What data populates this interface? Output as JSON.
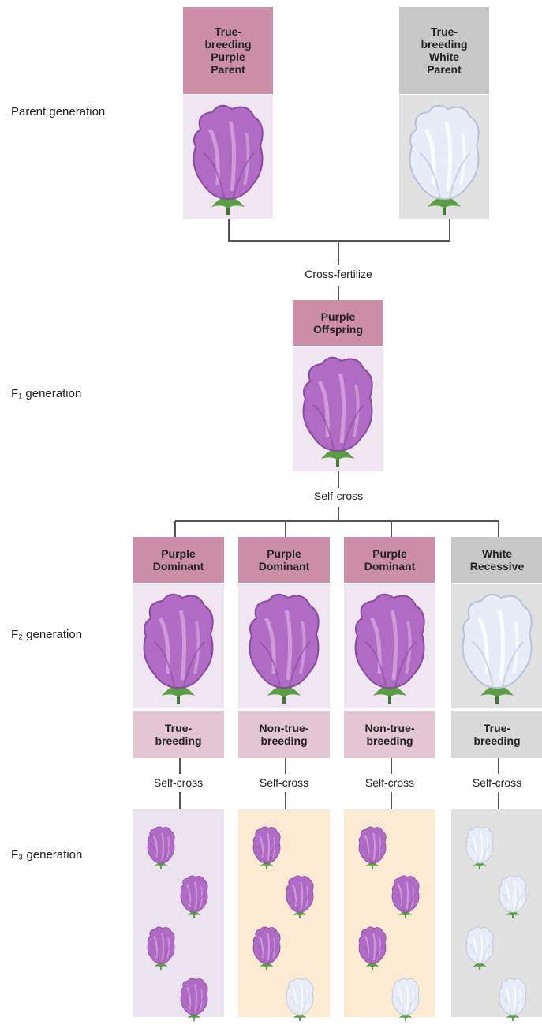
{
  "generations": {
    "parent": "Parent generation",
    "f1": "F₁ generation",
    "f2": "F₂ generation",
    "f3": "F₃ generation"
  },
  "parents": {
    "purple": "True-\nbreeding\nPurple\nParent",
    "white": "True-\nbreeding\nWhite\nParent"
  },
  "operations": {
    "cross_fertilize": "Cross-fertilize",
    "self_cross": "Self-cross"
  },
  "f1": {
    "label": "Purple\nOffspring"
  },
  "f2": [
    {
      "label": "Purple\nDominant",
      "breeding": "True-\nbreeding",
      "color": "purple"
    },
    {
      "label": "Purple\nDominant",
      "breeding": "Non-true-\nbreeding",
      "color": "purple"
    },
    {
      "label": "Purple\nDominant",
      "breeding": "Non-true-\nbreeding",
      "color": "purple"
    },
    {
      "label": "White\nRecessive",
      "breeding": "True-\nbreeding",
      "color": "white"
    }
  ],
  "f3": [
    {
      "flowers": [
        "purple",
        "purple",
        "purple",
        "purple"
      ]
    },
    {
      "flowers": [
        "purple",
        "purple",
        "purple",
        "white"
      ]
    },
    {
      "flowers": [
        "purple",
        "purple",
        "purple",
        "white"
      ]
    },
    {
      "flowers": [
        "white",
        "white",
        "white",
        "white"
      ]
    }
  ],
  "colors": {
    "purple_header": "#cc8ea7",
    "grey_header": "#c7c7c7",
    "purple_flower": "#b06cc4",
    "white_flower": "#e7ecf7"
  }
}
